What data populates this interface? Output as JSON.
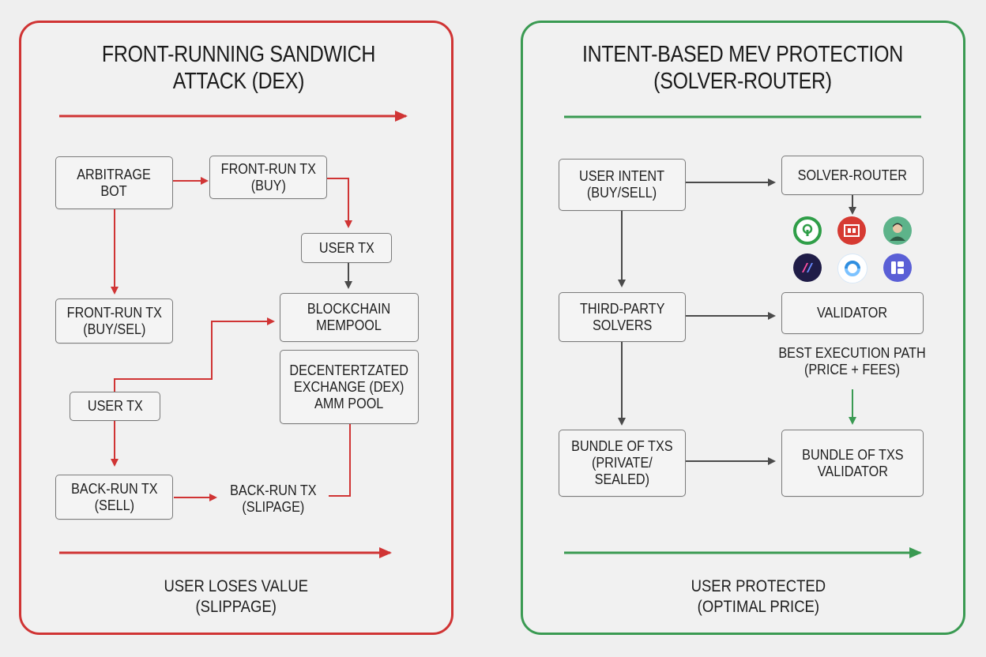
{
  "left_panel": {
    "title": "FRONT-RUNNING SANDWICH\nATTACK (DEX)",
    "nodes": {
      "arbitrage_bot": "ARBITRAGE\nBOT",
      "front_run_buy": "FRONT-RUN TX\n(BUY)",
      "user_tx_top": "USER TX",
      "front_run_buy_sell": "FRONT-RUN TX\n(BUY/SEL)",
      "blockchain_mempool": "BLOCKCHAIN\nMEMPOOL",
      "dex_amm_pool": "DECENTERTZATED\nEXCHANGE (DEX)\nAMM POOL",
      "user_tx_mid": "USER TX",
      "back_run_sell": "BACK-RUN TX\n(SELL)",
      "back_run_slippage": "BACK-RUN TX\n(SLIPAGE)"
    },
    "footer": "USER LOSES VALUE\n(SLIPPAGE)",
    "accent_color": "#d03434"
  },
  "right_panel": {
    "title": "INTENT-BASED MEV PROTECTION\n(SOLVER-ROUTER)",
    "nodes": {
      "user_intent": "USER INTENT\n(BUY/SELL)",
      "solver_router": "SOLVER-ROUTER",
      "third_party_solvers": "THIRD-PARTY\nSOLVERS",
      "validator": "VALIDATOR",
      "best_execution": "BEST EXECUTION PATH\n(PRICE + FEES)",
      "bundle_private": "BUNDLE OF TXS\n(PRIVATE/\nSEALED)",
      "bundle_validator": "BUNDLE OF TXS\nVALIDATOR"
    },
    "solver_logos": [
      {
        "name": "green-lock-logo-icon",
        "color": "#2f9e48"
      },
      {
        "name": "red-gu-logo-icon",
        "color": "#d63a32"
      },
      {
        "name": "avatar-logo-icon",
        "color": "#5db38a"
      },
      {
        "name": "dark-blue-logo-icon",
        "color": "#1f1c47"
      },
      {
        "name": "blue-swirl-logo-icon",
        "color": "#2f8ee0"
      },
      {
        "name": "purple-grid-logo-icon",
        "color": "#5a5fd6"
      }
    ],
    "footer": "USER PROTECTED\n(OPTIMAL PRICE)",
    "accent_color": "#3a9a52"
  }
}
